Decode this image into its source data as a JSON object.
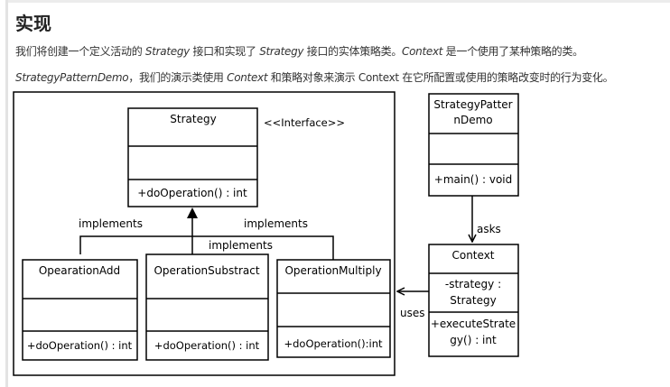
{
  "heading": "实现",
  "para1": {
    "t1": "我们将创建一个定义活动的 ",
    "e1": "Strategy",
    "t2": " 接口和实现了 ",
    "e2": "Strategy",
    "t3": " 接口的实体策略类。",
    "e3": "Context",
    "t4": " 是一个使用了某种策略的类。"
  },
  "para2": {
    "e1": "StrategyPatternDemo",
    "t1": "，我们的演示类使用 ",
    "e2": "Context",
    "t2": " 和策略对象来演示 Context 在它所配置或使用的策略改变时的行为变化。"
  },
  "diagram": {
    "strategy": {
      "name": "Strategy",
      "stereotype": "<<Interface>>",
      "method": "+doOperation() : int"
    },
    "add": {
      "name": "OpearationAdd",
      "method": "+doOperation() : int"
    },
    "subtract": {
      "name": "OperationSubstract",
      "method": "+doOperation() : int"
    },
    "multiply": {
      "name": "OperationMultiply",
      "method": "+doOperation():int"
    },
    "demo": {
      "name_line1": "StrategyPatter",
      "name_line2": "nDemo",
      "method": "+main() : void"
    },
    "context": {
      "name": "Context",
      "attr_line1": "-strategy :",
      "attr_line2": "Strategy",
      "method_line1": "+executeStrate",
      "method_line2": "gy() : int"
    },
    "labels": {
      "implements_left": "implements",
      "implements_right": "implements",
      "implements_middle": "implements",
      "asks": "asks",
      "uses": "uses"
    }
  }
}
